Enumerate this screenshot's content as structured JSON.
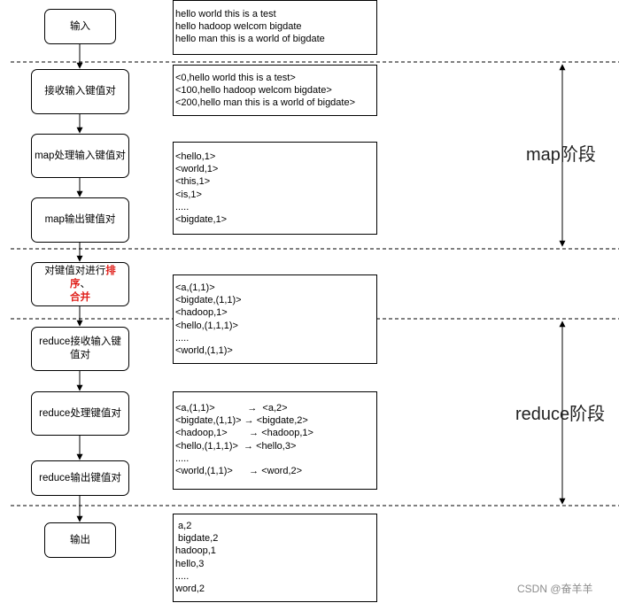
{
  "flow_nodes": {
    "input": "输入",
    "receive_kv": "接收输入键值对",
    "map_process": "map处理输入键值对",
    "map_output": "map输出键值对",
    "sort_merge": {
      "prefix": "对键值对进行",
      "sort": "排序",
      "sep": "、",
      "merge": "合并"
    },
    "reduce_receive": "reduce接收输入键值对",
    "reduce_process": "reduce处理键值对",
    "reduce_output": "reduce输出键值对",
    "output": "输出"
  },
  "data_boxes": {
    "input_lines": [
      "hello world this is a test",
      "hello hadoop welcom bigdate",
      "hello man this is a world of bigdate"
    ],
    "kv_lines": [
      "<0,hello world this is a test>",
      "<100,hello hadoop welcom bigdate>",
      "<200,hello man this is a world of bigdate>"
    ],
    "map_lines": [
      "<hello,1>",
      "<world,1>",
      "<this,1>",
      "<is,1>",
      ".....",
      "<bigdate,1>"
    ],
    "sort_lines": [
      "<a,(1,1)>",
      "<bigdate,(1,1)>",
      "<hadoop,1>",
      "<hello,(1,1,1)>",
      ".....",
      "<world,(1,1)>"
    ],
    "reduce_lines": [
      "<a,(1,1)>            →  <a,2>",
      "<bigdate,(1,1)> → <bigdate,2>",
      "<hadoop,1>        → <hadoop,1>",
      "<hello,(1,1,1)>  → <hello,3>",
      ".....",
      "<world,(1,1)>      → <word,2>"
    ],
    "output_lines": [
      " a,2",
      " bigdate,2",
      "hadoop,1",
      "hello,3",
      ".....",
      "word,2"
    ]
  },
  "phases": {
    "map": "map阶段",
    "reduce": "reduce阶段"
  },
  "watermark": "CSDN @奋羊羊"
}
